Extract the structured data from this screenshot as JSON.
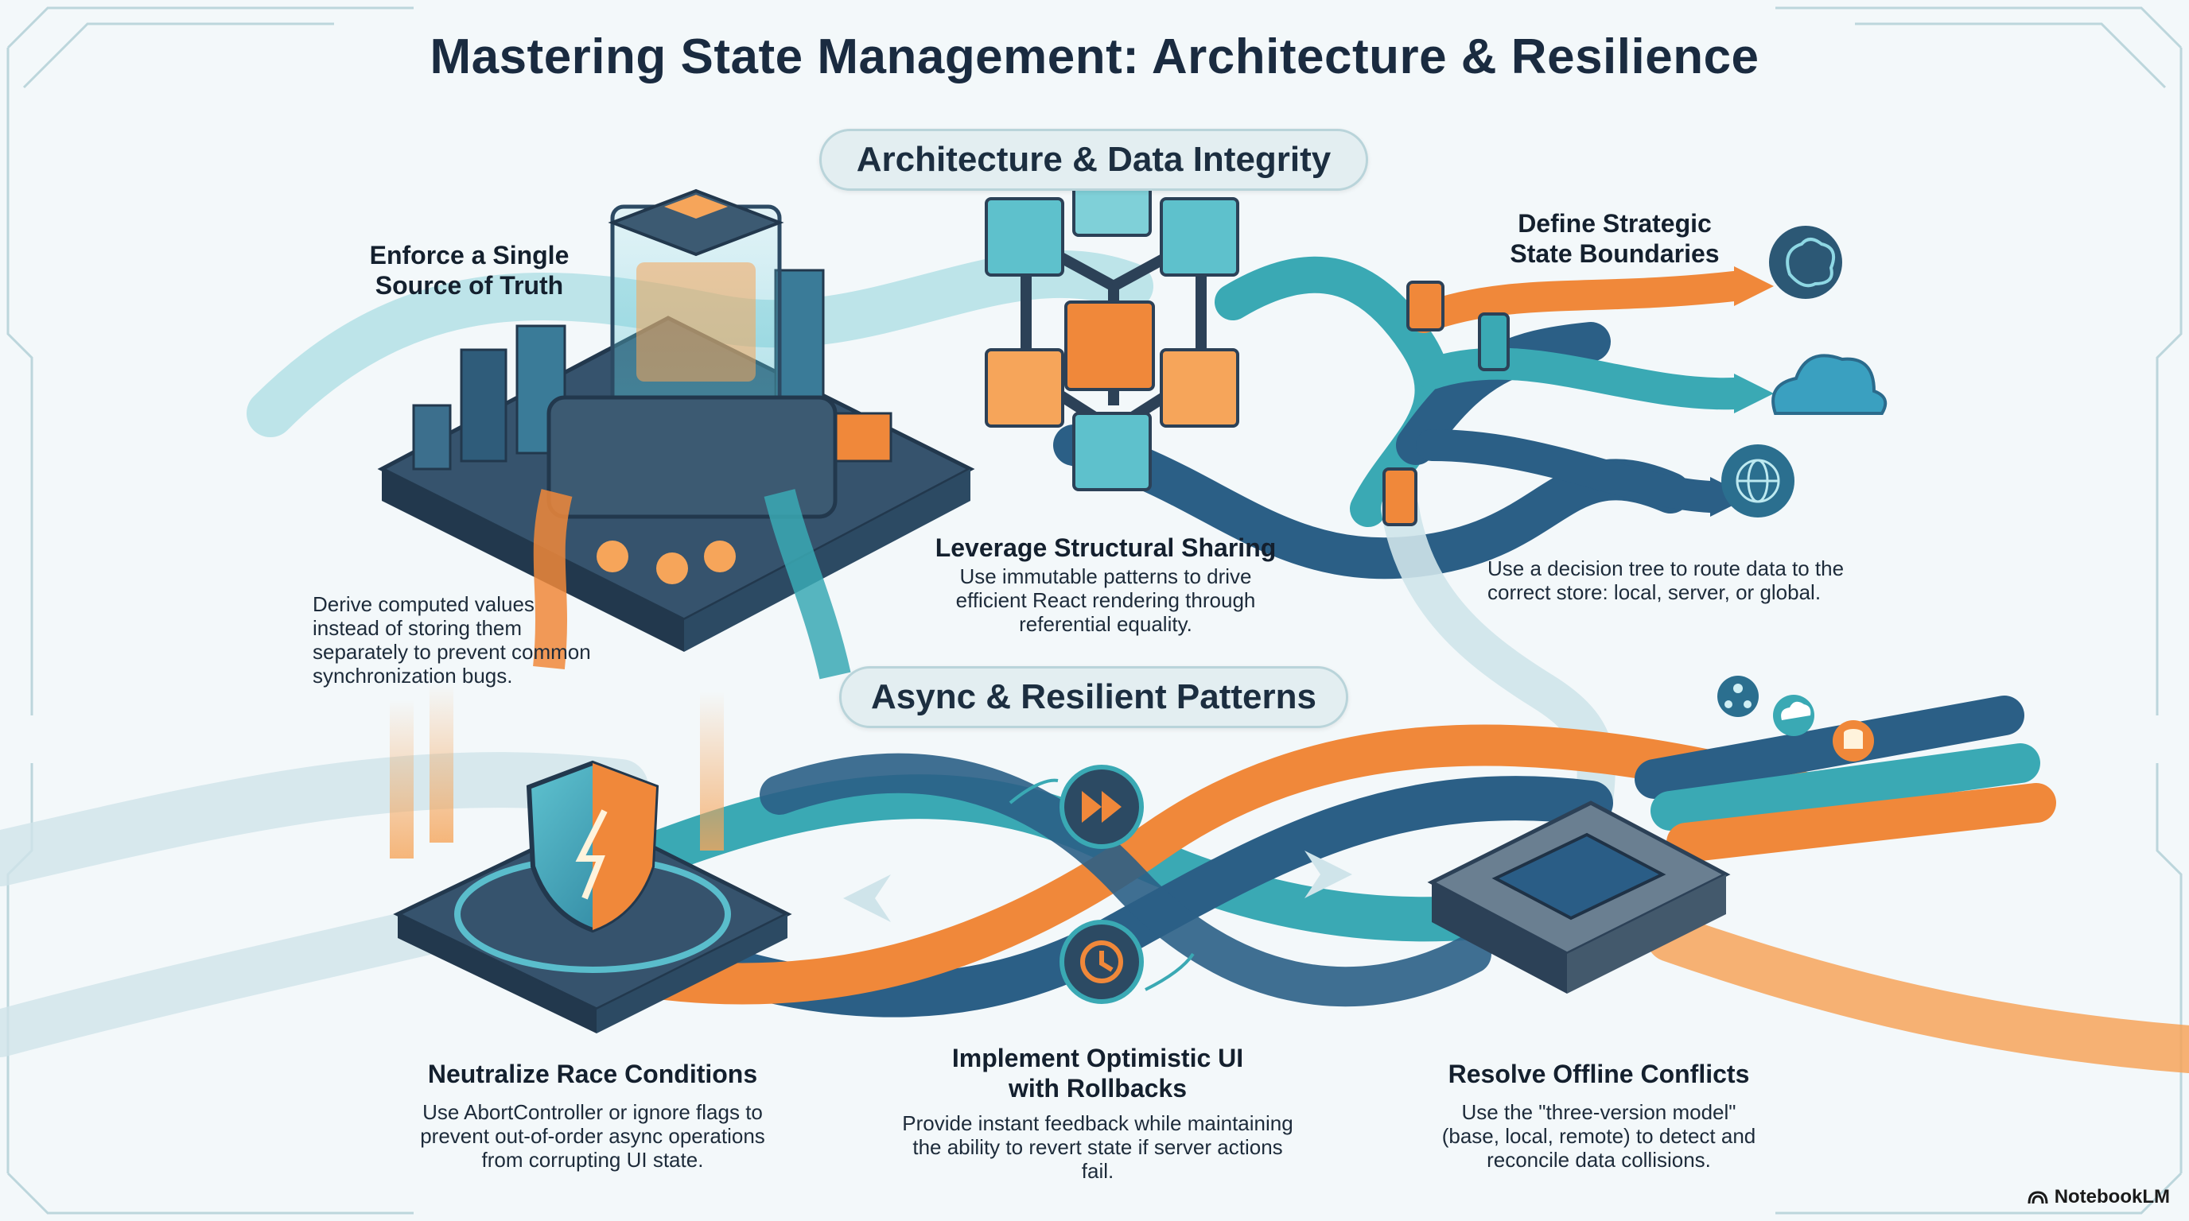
{
  "title": "Mastering State Management: Architecture & Resilience",
  "sections": {
    "architecture": "Architecture & Data Integrity",
    "async": "Async & Resilient Patterns"
  },
  "cards": {
    "single_source": {
      "heading_line1": "Enforce a Single",
      "heading_line2": "Source of Truth",
      "desc": [
        "Derive computed values",
        "instead of storing them",
        "separately to prevent common",
        "synchronization bugs."
      ]
    },
    "structural": {
      "heading": "Leverage Structural Sharing",
      "desc": [
        "Use immutable patterns to drive",
        "efficient React rendering through",
        "referential equality."
      ]
    },
    "boundaries": {
      "heading_line1": "Define Strategic",
      "heading_line2": "State Boundaries",
      "desc": [
        "Use a decision tree to route data to the",
        "correct store: local, server, or global."
      ]
    },
    "race": {
      "heading": "Neutralize Race Conditions",
      "desc": [
        "Use AbortController or ignore flags to",
        "prevent out-of-order async operations",
        "from corrupting UI state."
      ]
    },
    "optimistic": {
      "heading_line1": "Implement Optimistic UI",
      "heading_line2": "with Rollbacks",
      "desc": [
        "Provide instant feedback while maintaining",
        "the ability to revert state if server actions",
        "fail."
      ]
    },
    "offline": {
      "heading": "Resolve Offline Conflicts",
      "desc": [
        "Use the \"three-version model\"",
        "(base, local, remote) to detect and",
        "reconcile data collisions."
      ]
    }
  },
  "brand": "NotebookLM",
  "colors": {
    "teal": "#3aa9b4",
    "navy": "#2b5f86",
    "orange": "#f0883a",
    "dark": "#2c4157"
  }
}
